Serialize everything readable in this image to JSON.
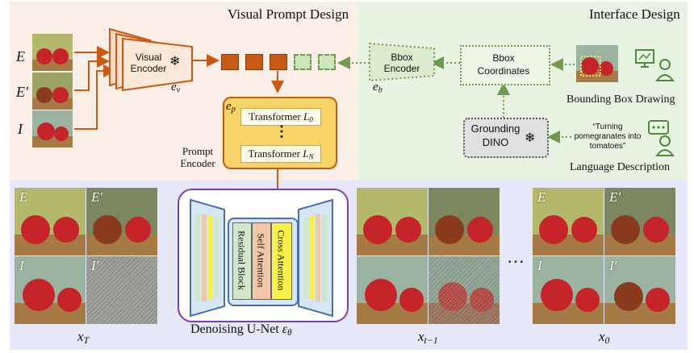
{
  "visual_prompt": {
    "title": "Visual Prompt Design",
    "image_labels": [
      "E",
      "E′",
      "I"
    ],
    "visual_encoder": "Visual Encoder",
    "visual_encoder_symbol": "e_v",
    "prompt_symbol": "e_p",
    "transformer_first": "Transformer L_0",
    "transformer_last": "Transformer L_N",
    "ellipsis": "⋮",
    "prompt_encoder": "Prompt Encoder"
  },
  "interface": {
    "title": "Interface Design",
    "bbox_encoder": "Bbox Encoder",
    "bbox_symbol": "e_b",
    "bbox_coordinates": "Bbox Coordinates",
    "bounding_box_drawing": "Bounding Box Drawing",
    "grounding": "Grounding DINO",
    "quote": "“Turning pomegranates into tomatoes”",
    "language_description": "Language Description"
  },
  "unet": {
    "title": "Denoising U-Net ε_θ",
    "cross_attention": "Cross Attention",
    "self_attention": "Self Attention",
    "residual_block": "Residual Block"
  },
  "grids": [
    {
      "caption": "x_T",
      "labels": [
        "E",
        "E′",
        "I",
        "I′"
      ]
    },
    {
      "caption": "x_{t−1}",
      "labels": []
    },
    {
      "caption": "x_0",
      "labels": [
        "E",
        "E′",
        "I",
        "I′"
      ]
    }
  ],
  "dots": "…",
  "colors": {
    "visual_bg": "#fbeee6",
    "interface_bg": "#e9f3e1",
    "bottom_bg": "#e6e8f9",
    "orange": "#c85a17",
    "green": "#6f9a4f",
    "prompt_fill": "#f8d36a",
    "unet_border": "#7a3fb0"
  }
}
